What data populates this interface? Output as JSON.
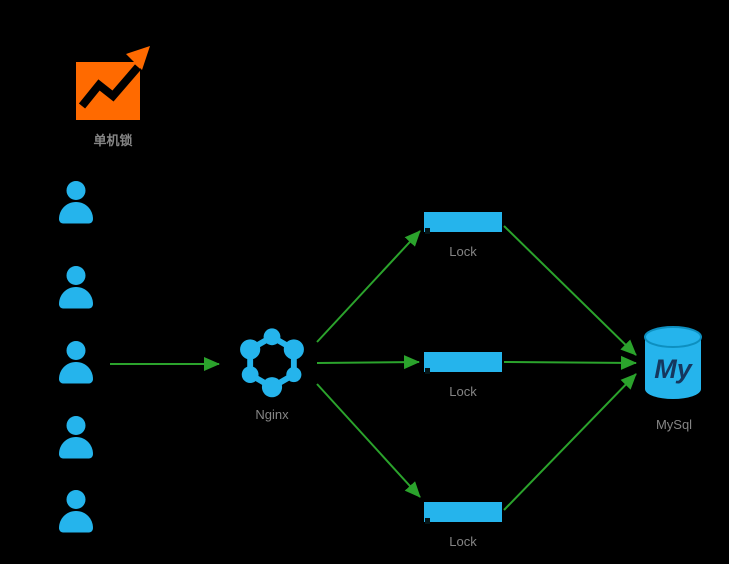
{
  "colors": {
    "cyan": "#25b4ec",
    "green": "#2ba32c",
    "orange": "#ff6a00",
    "label_gray": "#858585",
    "mysql_text": "#15375e",
    "background": "#000000"
  },
  "nodes": {
    "standalone_lock": {
      "label": "单机锁"
    },
    "users": {
      "count": 5
    },
    "nginx": {
      "label": "Nginx"
    },
    "locks": [
      {
        "label": "Lock"
      },
      {
        "label": "Lock"
      },
      {
        "label": "Lock"
      }
    ],
    "mysql": {
      "label": "MySql",
      "body_text": "My"
    }
  }
}
